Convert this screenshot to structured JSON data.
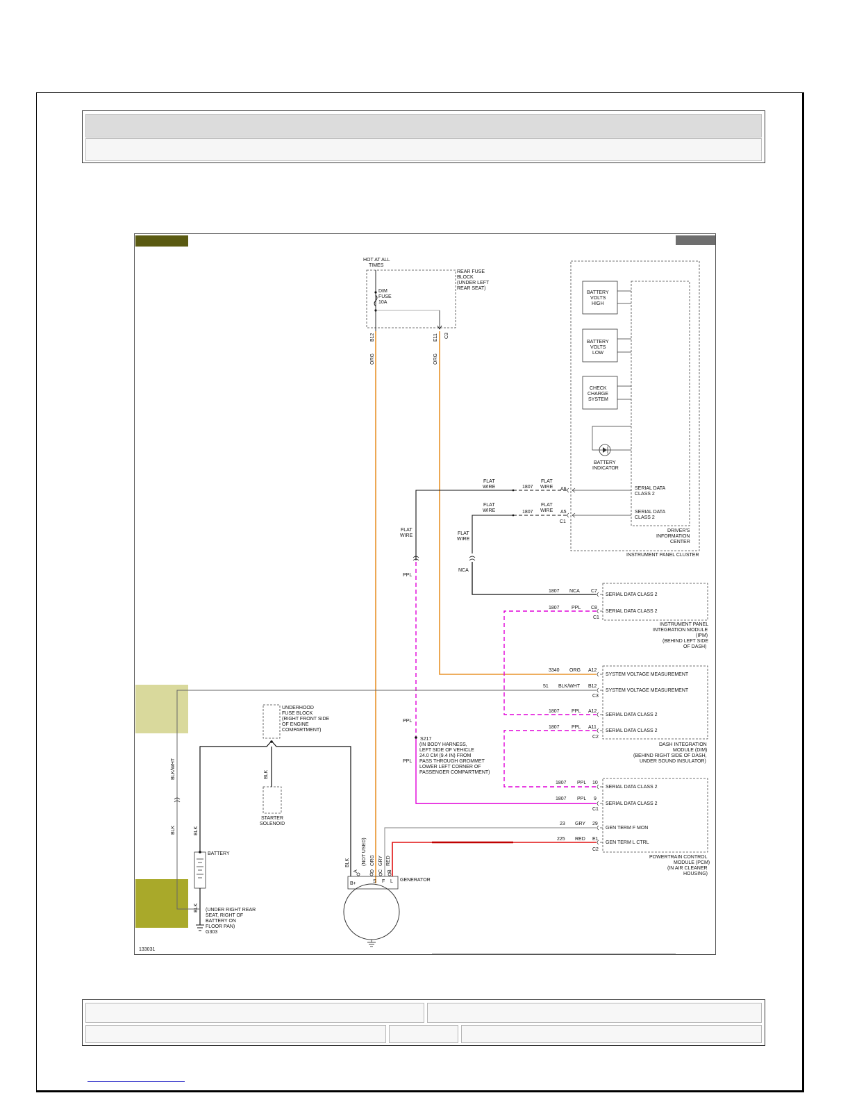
{
  "diagram": {
    "figure_id": "133031",
    "wire_colors": {
      "org": "#e8932a",
      "ppl": "#e000d8",
      "blk": "#111111",
      "gry": "#9a9a9a",
      "red": "#e01010",
      "flat": "#111111"
    },
    "rear_fuse": {
      "hot": [
        "HOT AT ALL",
        "TIMES"
      ],
      "fuse": [
        "DIM",
        "FUSE",
        "10A"
      ],
      "block": [
        "REAR FUSE",
        "BLOCK",
        "(UNDER LEFT",
        "REAR SEAT)"
      ],
      "pin_b12": "B12",
      "pin_e11": "E11",
      "conn_c3": "C3"
    },
    "cluster": {
      "battery_high": [
        "BATTERY",
        "VOLTS",
        "HIGH"
      ],
      "battery_low": [
        "BATTERY",
        "VOLTS",
        "LOW"
      ],
      "check_charge": [
        "CHECK",
        "CHARGE",
        "SYSTEM"
      ],
      "battery_indicator": [
        "BATTERY",
        "INDICATOR"
      ],
      "serial_a6": [
        "SERIAL DATA",
        "CLASS 2"
      ],
      "serial_a5": [
        "SERIAL DATA",
        "CLASS 2"
      ],
      "dic": [
        "DRIVER'S",
        "INFORMATION",
        "CENTER"
      ],
      "ipc": "INSTRUMENT PANEL CLUSTER",
      "pin_a6": "A6",
      "pin_a5": "A5",
      "conn_c1": "C1"
    },
    "flat_wire": [
      "FLAT",
      "WIRE"
    ],
    "circuit_1807": "1807",
    "ipm": {
      "line1": "SERIAL DATA CLASS 2",
      "line2": "SERIAL DATA CLASS 2",
      "pin1": "C7",
      "pin2": "C8",
      "conn": "C1",
      "name": [
        "INSTRUMENT PANEL",
        "INTEGRATION MODULE",
        "(IPM)",
        "(BEHIND LEFT SIDE",
        "OF DASH)"
      ]
    },
    "dim": {
      "svm1": "SYSTEM VOLTAGE MEASUREMENT",
      "svm2": "SYSTEM VOLTAGE MEASUREMENT",
      "sd1": "SERIAL DATA CLASS 2",
      "sd2": "SERIAL DATA CLASS 2",
      "pin_a12a": "A12",
      "pin_b12": "B12",
      "conn_c3": "C3",
      "pin_a12b": "A12",
      "pin_a11": "A11",
      "conn_c2": "C2",
      "name": [
        "DASH INTEGRATION",
        "MODULE (DIM)",
        "(BEHIND RIGHT SIDE OF DASH,",
        "UNDER SOUND INSULATOR)"
      ]
    },
    "pcm": {
      "sd1": "SERIAL DATA CLASS 2",
      "sd2": "SERIAL DATA CLASS 2",
      "gen_f": "GEN TERM F MON",
      "gen_l": "GEN TERM L CTRL",
      "pin10": "10",
      "pin9": "9",
      "conn_c1": "C1",
      "pin29": "29",
      "pin_e1": "E1",
      "conn_c2": "C2",
      "name": [
        "POWERTRAIN CONTROL",
        "MODULE (PCM)",
        "(IN AIR CLEANER",
        "HOUSING)"
      ]
    },
    "wires": {
      "c3340": "3340",
      "org": "ORG",
      "c51": "51",
      "blkwht": "BLK/WHT",
      "c23": "23",
      "gry": "GRY",
      "c225": "225",
      "red": "RED",
      "ppl": "PPL",
      "nca": "NCA",
      "blk": "BLK",
      "blkwht_v": "BLK/WHT"
    },
    "splice": [
      "S217",
      "(IN BODY HARNESS,",
      "LEFT SIDE OF VEHICLE",
      "24.0 CM (9.4 IN) FROM",
      "PASS THROUGH GROMMET",
      "LOWER LEFT CORNER OF",
      "PASSENGER COMPARTMENT)"
    ],
    "underhood": [
      "UNDERHOOD",
      "FUSE BLOCK",
      "(RIGHT FRONT SIDE",
      "OF ENGINE",
      "COMPARTMENT)"
    ],
    "starter": [
      "STARTER",
      "SOLENOID"
    ],
    "battery": "BATTERY",
    "ground": [
      "(UNDER RIGHT REAR",
      "SEAT, RIGHT OF",
      "BATTERY ON",
      "FLOOR PAN)",
      "G303"
    ],
    "generator": {
      "name": "GENERATOR",
      "not_used": "(NOT USED)",
      "pins": [
        "A",
        "D",
        "C",
        "B"
      ],
      "terms": [
        "B+",
        "S",
        "F",
        "L"
      ],
      "wires": [
        "BLK",
        "ORG",
        "GRY",
        "RED"
      ]
    }
  }
}
